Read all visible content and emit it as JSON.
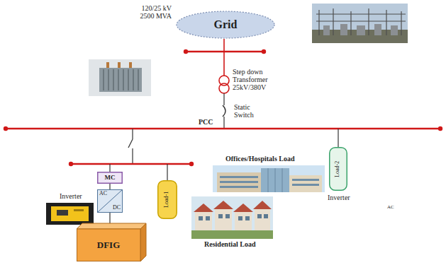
{
  "diagram": {
    "nodes": [
      {
        "text": [
          "Grid"
        ]
      },
      {
        "text": [
          "MC"
        ]
      },
      {
        "text": [
          "AC",
          "DC"
        ]
      },
      {
        "text": [
          "DFIG"
        ]
      },
      {
        "text": [
          "Load-1"
        ]
      },
      {
        "text": [
          "Load-2"
        ]
      }
    ],
    "edges": [
      {
        "from": 1,
        "to": 2,
        "arrow": "none"
      },
      {
        "from": 2,
        "to": 3,
        "arrow": "none"
      }
    ],
    "labels": [
      "120/25 kV 2500 MVA",
      "Step down Transformer 25kV/380V",
      "Static Switch",
      "PCC",
      "Offices/Hospitals Load",
      "Inverter",
      "Residential Load",
      "Inverter",
      "AC"
    ]
  }
}
